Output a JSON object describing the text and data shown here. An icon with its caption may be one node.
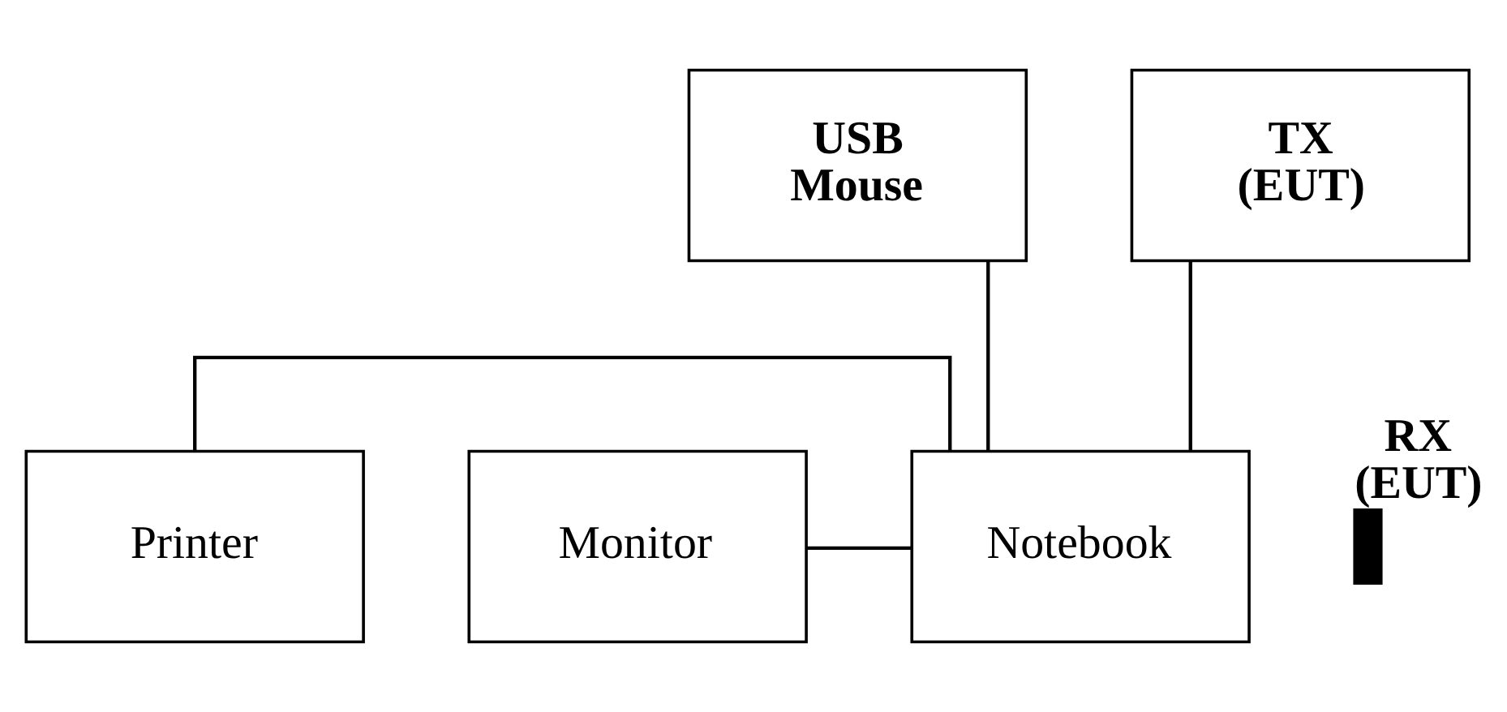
{
  "diagram": {
    "nodes": [
      {
        "text": [
          "Printer"
        ]
      },
      {
        "text": [
          "Monitor"
        ]
      },
      {
        "text": [
          "Notebook"
        ]
      },
      {
        "text": [
          "USB Mouse"
        ]
      },
      {
        "text": [
          "TX (EUT)"
        ]
      },
      {
        "text": [],
        "shape": "bar",
        "beside": [
          "RX (EUT)"
        ]
      }
    ],
    "edges": [
      {
        "from": 0,
        "to": 2,
        "arrow": "none"
      },
      {
        "from": 1,
        "to": 2,
        "arrow": "none"
      },
      {
        "from": 3,
        "to": 2,
        "arrow": "none"
      },
      {
        "from": 4,
        "to": 2,
        "arrow": "none"
      }
    ]
  }
}
